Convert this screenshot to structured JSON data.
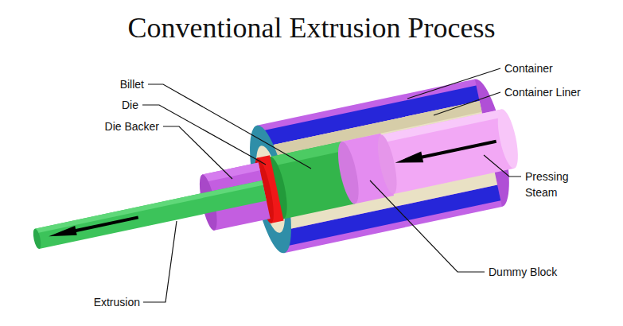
{
  "diagram": {
    "title": "Conventional Extrusion Process",
    "labels": [
      "Container",
      "Container Liner",
      "Billet",
      "Die",
      "Die Backer",
      "Pressing Steam",
      "Dummy Block",
      "Extrusion"
    ]
  }
}
